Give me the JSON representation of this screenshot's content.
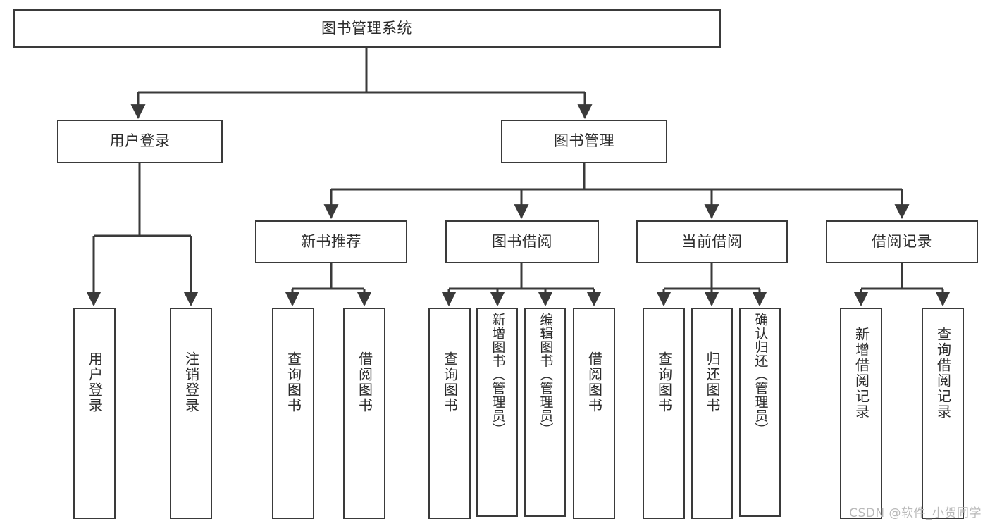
{
  "diagram": {
    "title": "图书管理系统",
    "watermark": "CSDN @软件_小贺同学",
    "stroke_color": "#3a3a3a",
    "background_color": "#ffffff",
    "text_color": "#2b2b2b",
    "levels": {
      "level1": [
        {
          "id": "root",
          "label": "图书管理系统"
        }
      ],
      "level2": [
        {
          "id": "user-login",
          "label": "用户登录"
        },
        {
          "id": "book-manage",
          "label": "图书管理"
        }
      ],
      "level3": [
        {
          "id": "new-book-rec",
          "label": "新书推荐"
        },
        {
          "id": "book-borrow",
          "label": "图书借阅"
        },
        {
          "id": "current-borrow",
          "label": "当前借阅"
        },
        {
          "id": "borrow-record",
          "label": "借阅记录"
        }
      ],
      "level4": [
        {
          "id": "leaf-user-login",
          "label": "用户登录",
          "parent": "user-login"
        },
        {
          "id": "leaf-user-logout",
          "label": "注销登录",
          "parent": "user-login"
        },
        {
          "id": "leaf-query-book-1",
          "label": "查询图书",
          "parent": "new-book-rec"
        },
        {
          "id": "leaf-borrow-book-1",
          "label": "借阅图书",
          "parent": "new-book-rec"
        },
        {
          "id": "leaf-query-book-2",
          "label": "查询图书",
          "parent": "book-borrow"
        },
        {
          "id": "leaf-add-book",
          "label": "新增图书（管理员）",
          "parent": "book-borrow"
        },
        {
          "id": "leaf-edit-book",
          "label": "编辑图书（管理员）",
          "parent": "book-borrow"
        },
        {
          "id": "leaf-borrow-book-2",
          "label": "借阅图书",
          "parent": "book-borrow"
        },
        {
          "id": "leaf-query-book-3",
          "label": "查询图书",
          "parent": "current-borrow"
        },
        {
          "id": "leaf-return-book",
          "label": "归还图书",
          "parent": "current-borrow"
        },
        {
          "id": "leaf-confirm-return",
          "label": "确认归还（管理员）",
          "parent": "current-borrow"
        },
        {
          "id": "leaf-add-record",
          "label": "新增借阅记录",
          "parent": "borrow-record"
        },
        {
          "id": "leaf-query-record",
          "label": "查询借阅记录",
          "parent": "borrow-record"
        }
      ]
    }
  }
}
